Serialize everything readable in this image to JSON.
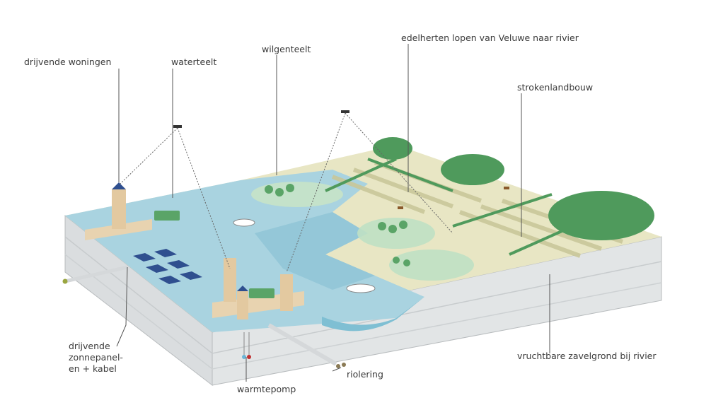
{
  "labels": {
    "floating_homes": "drijvende woningen",
    "aquaculture": "waterteelt",
    "willow": "wilgenteelt",
    "red_deer": "edelherten lopen van Veluwe naar rivier",
    "strip_farming": "strokenlandbouw",
    "solar_l1": "drijvende",
    "solar_l2": "zonnepanel-",
    "solar_l3": "en + kabel",
    "heat_pump": "warmtepomp",
    "sewerage": "riolering",
    "fertile_soil": "vruchtbare zavelgrond bij rivier"
  },
  "colors": {
    "water": "#a9d3e0",
    "water_deep": "#7fbfd3",
    "land": "#e8e6c4",
    "trees": "#4f9a5c",
    "soil": "#d9dcdd",
    "solar": "#2f4f8f",
    "leader_line": "#555555"
  },
  "icons": [
    "drone-icon",
    "boat-icon",
    "deer-icon",
    "solar-panel-icon",
    "pipe-icon"
  ]
}
